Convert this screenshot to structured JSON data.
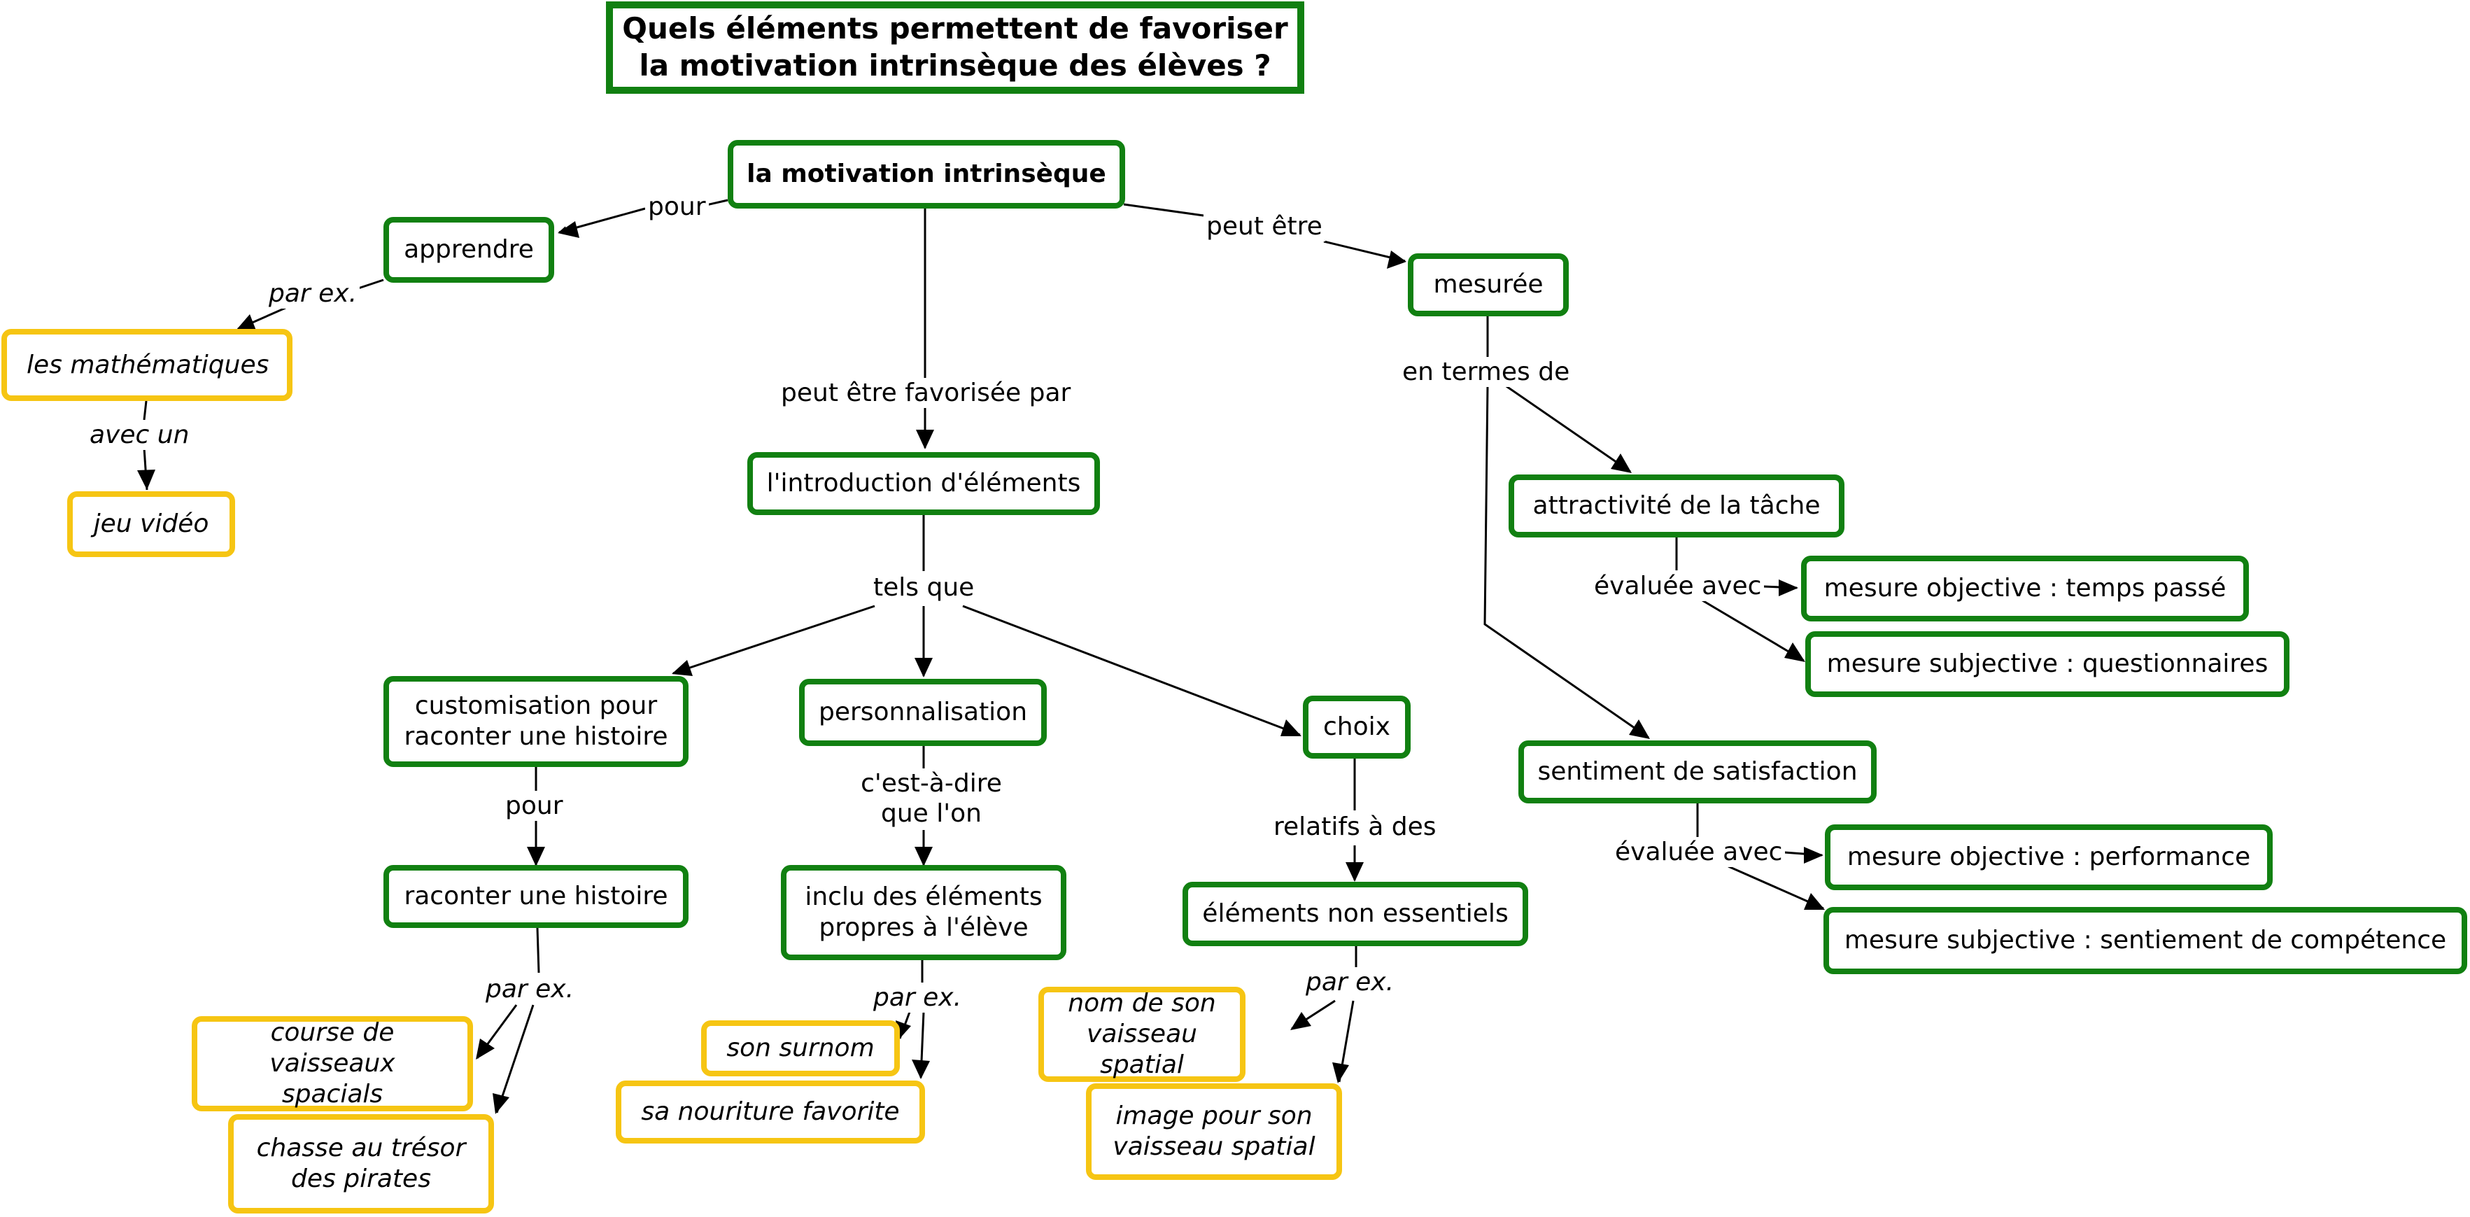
{
  "title": "Quels éléments permettent de favoriser la motivation intrinsèque des élèves ?",
  "nodes": {
    "root": "la motivation intrinsèque",
    "apprendre": "apprendre",
    "maths": "les mathématiques",
    "jeu": "jeu vidéo",
    "intro": "l'introduction d'éléments",
    "mesuree": "mesurée",
    "attract": "attractivité de la tâche",
    "mo_temps": "mesure objective : temps passé",
    "ms_quest": "mesure subjective : questionnaires",
    "sentiment": "sentiment de satisfaction",
    "mo_perf": "mesure objective : performance",
    "ms_comp": "mesure subjective : sentiement de compétence",
    "custom": "customisation pour raconter une histoire",
    "perso": "personnalisation",
    "choix": "choix",
    "raconter": "raconter une histoire",
    "inclu": "inclu des éléments propres à l'élève",
    "non_ess": "éléments non essentiels",
    "course": "course de vaisseaux spacials",
    "chasse": "chasse au trésor des pirates",
    "surnom": "son surnom",
    "nouriture": "sa nouriture favorite",
    "nom_vaisseau": "nom de son vaisseau spatial",
    "image_vaisseau": "image pour son vaisseau spatial"
  },
  "links": {
    "pour1": "pour",
    "parex1": "par ex.",
    "avecun": "avec un",
    "favorisee": "peut être favorisée par",
    "peutetre": "peut être",
    "entermes": "en termes de",
    "evaluee1": "évaluée avec",
    "evaluee2": "évaluée avec",
    "telsque": "tels que",
    "pour2": "pour",
    "cestadire": "c'est-à-dire que l'on",
    "relatifs": "relatifs à des",
    "parex2": "par ex.",
    "parex3": "par ex.",
    "parex4": "par ex."
  },
  "colors": {
    "concept_border": "#118011",
    "example_border": "#f6c513",
    "link": "#000000"
  }
}
